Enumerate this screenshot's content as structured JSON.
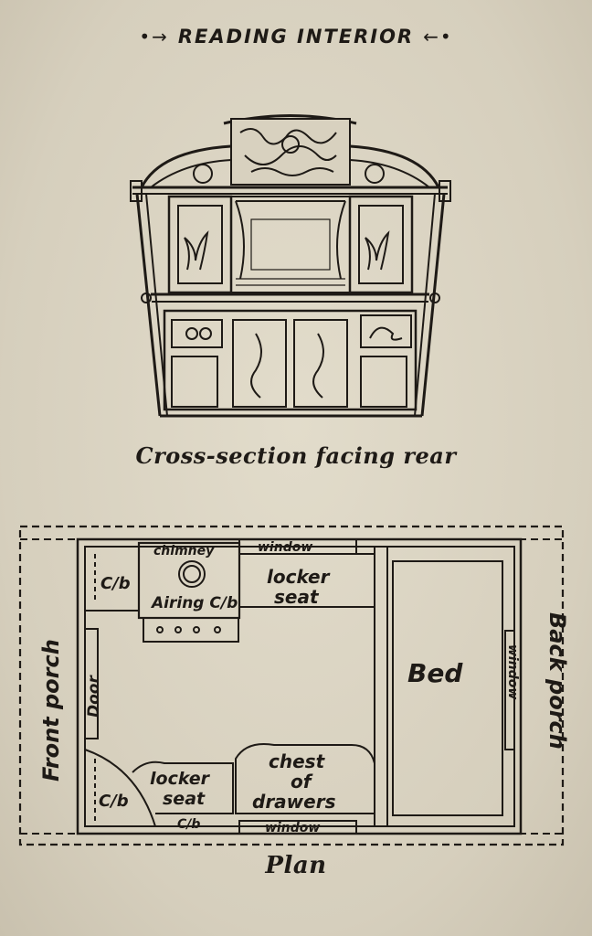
{
  "heading": "READING INTERIOR",
  "heading_flourish_left": "•→",
  "heading_flourish_right": "←•",
  "cross_section_caption": "Cross-section facing rear",
  "plan": {
    "front_porch": "Front porch",
    "back_porch": "Back porch",
    "chimney": "chimney",
    "airing_cb": "Airing C/b",
    "window_top": "window",
    "cb_top_left": "C/b",
    "locker_seat_top_1": "locker",
    "locker_seat_top_2": "seat",
    "door": "Door",
    "bed": "Bed",
    "window_right": "window",
    "cb_bottom_left": "C/b",
    "locker_seat_bottom_1": "locker",
    "locker_seat_bottom_2": "seat",
    "cb_bottom": "C/b",
    "chest_1": "chest",
    "chest_2": "of",
    "chest_3": "drawers",
    "window_bottom": "window"
  },
  "plan_caption": "Plan",
  "colors": {
    "paper": "#ddd7c6",
    "ink": "#1e1a16"
  }
}
